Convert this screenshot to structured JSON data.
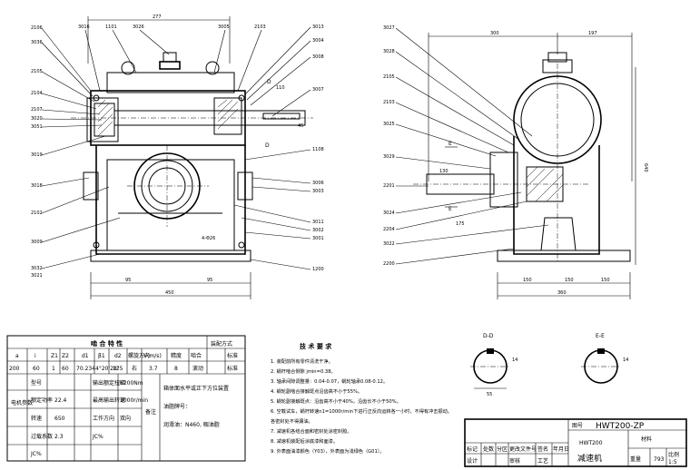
{
  "front_view": {
    "part_labels_left": [
      "2106",
      "3036",
      "2105",
      "2104",
      "2107",
      "3020",
      "3051",
      "3019",
      "3018",
      "2102",
      "3009",
      "3032",
      "3021"
    ],
    "part_labels_top": [
      "3016",
      "1101",
      "3026",
      "3005",
      "2103",
      "3013",
      "3004",
      "3008"
    ],
    "part_labels_right": [
      "3007",
      "1108",
      "3006",
      "3003",
      "3011",
      "3002",
      "3001",
      "1200"
    ],
    "section_markers": [
      "D",
      "D"
    ],
    "dims": {
      "top": "277",
      "width": "450",
      "bottom_left": "95",
      "bottom_right": "95",
      "shaft": "110",
      "bolt": "4-Φ26",
      "keyway": "45"
    }
  },
  "side_view": {
    "part_labels_left": [
      "3027",
      "3028",
      "2105",
      "2103",
      "3025",
      "3029",
      "2201",
      "3024",
      "2204",
      "3022",
      "2200"
    ],
    "section_markers": [
      "E",
      "E"
    ],
    "dims": {
      "top_left": "300",
      "top_right": "197",
      "height": "640",
      "base": "360",
      "b1": "150",
      "b2": "150",
      "b3": "150",
      "shaft": "130",
      "c1": "175"
    }
  },
  "spec_table": {
    "title": "啮 合 特 性",
    "assembly_header": "装配方式",
    "headers": [
      "a",
      "i",
      "Z1",
      "Z2",
      "d1",
      "β1",
      "d2",
      "螺旋方向",
      "V(m/s)",
      "精度",
      "啮合",
      "标准"
    ],
    "row1": [
      "200",
      "60",
      "1",
      "60",
      "70.234",
      "4°20'28\"",
      "125",
      "右",
      "3.7",
      "8",
      "滚动",
      "标准"
    ],
    "motor_rows": [
      {
        "label": "额定功率",
        "value": "22.4"
      },
      {
        "label": "转速",
        "value": "650"
      },
      {
        "label": "过载系数",
        "value": "2.3"
      },
      {
        "label": "JC%",
        "value": ""
      }
    ],
    "motor_header": "电机参数",
    "num_label": "型号",
    "output": [
      {
        "label": "输出额定扭矩",
        "value": "6200Nm"
      },
      {
        "label": "最高输出转速",
        "value": "1000r/min"
      },
      {
        "label": "工作方向",
        "value": "双向"
      },
      {
        "label": "JC%",
        "value": ""
      }
    ],
    "remarks": [
      "箱体面水平或正下方位装置",
      "油脂牌号：",
      "润滑油：N460, 稠油脂"
    ],
    "side_col": "备注"
  },
  "tech_req": {
    "title": "技 术 要 求",
    "items": [
      "1. 装配前所有零件清洗干净。",
      "2. 蜗杆啮合侧隙 jmin=0.38。",
      "3. 轴承间隙调整量：0.04-0.07，蜗轮轴承0.08-0.12。",
      "4. 蜗轮副啮合接触斑点沿齿高不小于55%。",
      "5. 蜗轮副接触斑点：沿齿高不小于40%，沿齿长不小于50%。",
      "6. 空载试车，蜗杆转速n1=1000r/min下进行正反向运转各一小时，不得有冲击振动。",
      "   各密封处不得漏油。",
      "7. 减速机各结合面和密封处涂密封胶。",
      "8. 减速机装配后涂底漆和面漆。",
      "9. 外表面油漆颜色（Y03），外表面为浅绿色（G01）。"
    ]
  },
  "sections": {
    "dd": "D-D",
    "ee": "E-E",
    "dd_dim1": "55",
    "dd_dim2": "14",
    "ee_dim": "14"
  },
  "title_block": {
    "drawing_no_label": "图号",
    "drawing_no": "HWT200-ZP",
    "name_code": "HWT200",
    "name": "减速机",
    "material_label": "材料",
    "weight_label": "重量",
    "weight": "793",
    "scale_label": "比例",
    "scale": "1:5",
    "row_labels": [
      "标记",
      "处数",
      "分区",
      "更改文件号",
      "签名",
      "年月日"
    ],
    "sign_labels": [
      "设计",
      "审核",
      "工艺"
    ]
  }
}
